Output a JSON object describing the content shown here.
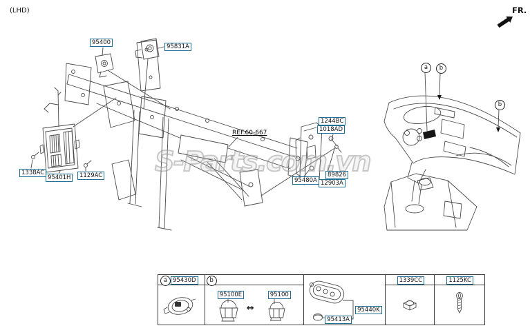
{
  "page": {
    "variant_label": "(LHD)",
    "front_label": "FR.",
    "ref_label": "REF.60-667",
    "watermark": "S-Parts.com.vn"
  },
  "colors": {
    "callout_border": "#1d6f96",
    "line_art": "#4a4a4a"
  },
  "icons": {
    "fr_arrow": "northeast-arrow",
    "swap_arrow": "↔"
  },
  "markers": {
    "a": "a",
    "b": "b"
  },
  "callouts": {
    "p95400": "95400",
    "p95831A": "95831A",
    "p1244BC": "1244BC",
    "p1018AD": "1018AD",
    "p95480A": "95480A",
    "p89826": "89826",
    "p12903A": "12903A",
    "p1338AC": "1338AC",
    "p95401H": "95401H",
    "p1129AC": "1129AC"
  },
  "table": {
    "cell_a_part": "95430D",
    "cell_b_part_left": "95100E",
    "cell_b_part_right": "95100",
    "fob_part": "95440K",
    "battery_part": "95413A",
    "nut_part": "1339CC",
    "screw_part": "1125KC"
  }
}
